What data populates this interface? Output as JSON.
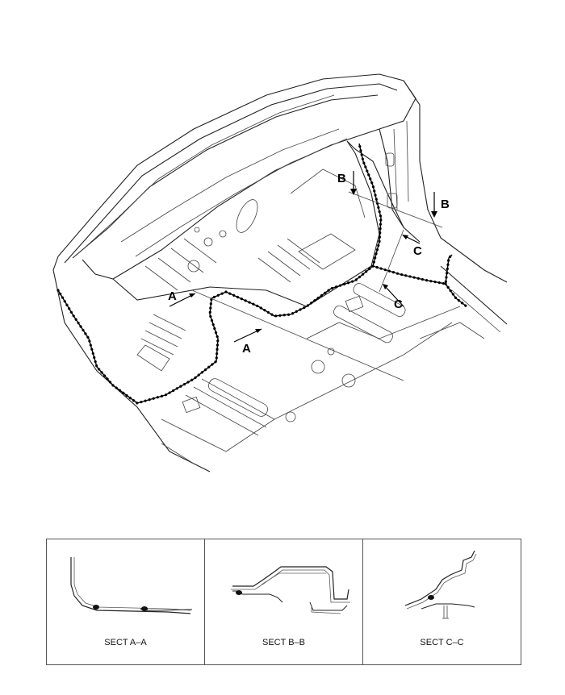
{
  "diagram": {
    "section_markers": {
      "a": "A",
      "b": "B",
      "c": "C"
    }
  },
  "sections": [
    {
      "label": "SECT A–A"
    },
    {
      "label": "SECT B–B"
    },
    {
      "label": "SECT C–C"
    }
  ]
}
